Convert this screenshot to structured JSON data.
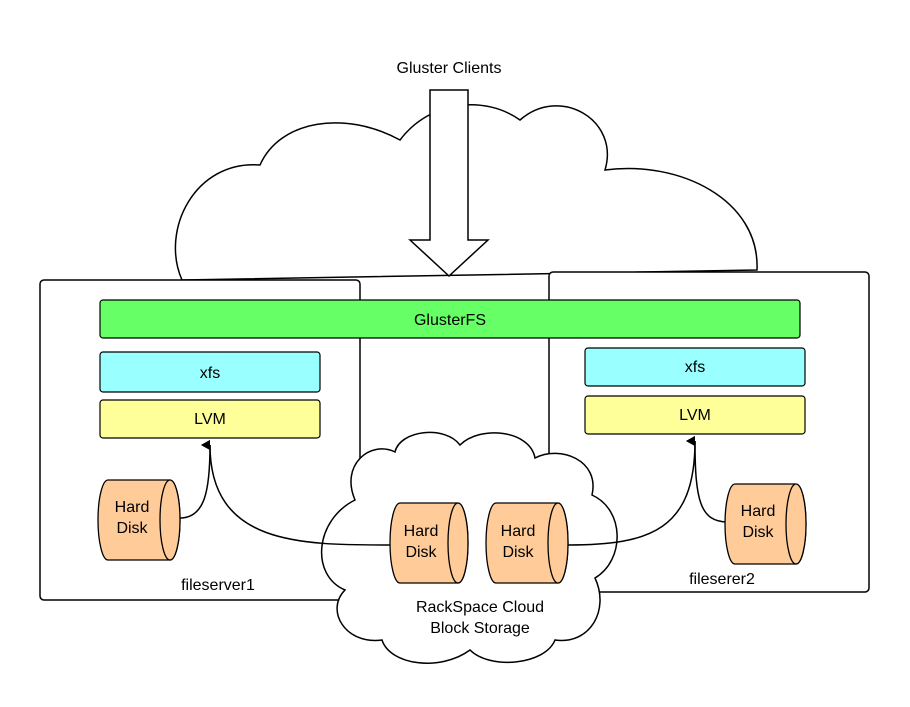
{
  "clients_label": "Gluster Clients",
  "glusterfs_label": "GlusterFS",
  "server1": {
    "name": "fileserver1",
    "xfs_label": "xfs",
    "lvm_label": "LVM",
    "disk_line1": "Hard",
    "disk_line2": "Disk"
  },
  "server2": {
    "name": "fileserer2",
    "xfs_label": "xfs",
    "lvm_label": "LVM",
    "disk_line1": "Hard",
    "disk_line2": "Disk"
  },
  "cloud_storage": {
    "line1": "RackSpace Cloud",
    "line2": "Block Storage",
    "disk_a_line1": "Hard",
    "disk_a_line2": "Disk",
    "disk_b_line1": "Hard",
    "disk_b_line2": "Disk"
  },
  "colors": {
    "glusterfs": "#66ff66",
    "xfs": "#99ffff",
    "lvm": "#ffff99",
    "disk": "#ffcc99",
    "stroke": "#000000"
  }
}
